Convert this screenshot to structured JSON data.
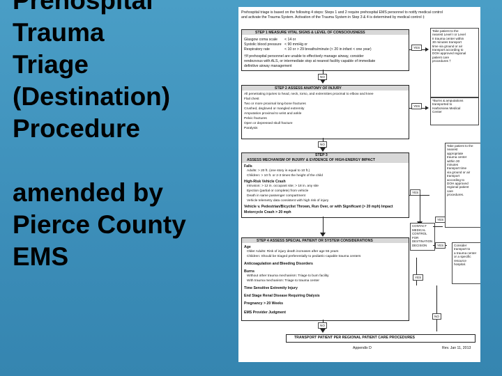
{
  "slide": {
    "title_lines": [
      "Prehospital",
      "Trauma",
      "Triage",
      "(Destination)",
      "Procedure"
    ],
    "amend_lines": [
      "amended by",
      "Pierce County",
      "EMS"
    ]
  },
  "doc": {
    "intro_1": "Prehospital triage is based on the following 4 steps: Steps 1 and 2 require prehospital EMS personnel to notify medical control",
    "intro_2": "and activate the Trauma System. Activation of the Trauma System in Step 3 & 4 is determined by medical control ‡",
    "step1": {
      "title": "STEP 1   MEASURE VITAL SIGNS & LEVEL OF CONSCIOUSNESS",
      "rows": [
        [
          "Glasgow coma scale",
          "< 14 or"
        ],
        [
          "Systolic blood pressure",
          "< 90 mmHg or"
        ],
        [
          "Respiratory rate",
          "< 10 or > 29 breaths/minute (< 20 in infant < one year)"
        ]
      ],
      "note_1": "†If prehospital personnel are unable to effectively manage airway, consider",
      "note_2": "rendezvous with ALS, or intermediate stop at nearest facility capable of immediate",
      "note_3": "definitive airway management",
      "yes": "YES",
      "no": "NO",
      "outcome": [
        "Take patient to the",
        "nearest Level I or Level",
        "II trauma center within",
        "30 minutes transport",
        "time via ground or air",
        "transport according to",
        "DOH approved regional",
        "patient care",
        "procedures †"
      ]
    },
    "step2": {
      "title": "STEP 2   ASSESS ANATOMY OF INJURY",
      "items": [
        "All penetrating injuries to head, neck, torso, and extremities proximal to elbow and knee",
        "Flail chest",
        "Two or more proximal long-bone fractures",
        "Crushed, degloved or mangled extremity",
        "Amputation proximal to wrist and ankle",
        "Pelvic fractures",
        "Open or depressed skull fracture",
        "Paralysis"
      ],
      "yes": "YES",
      "no": "NO",
      "outcome": [
        "*Burns & amputations",
        "transported to",
        "Harborview Medical",
        "Center"
      ]
    },
    "step3": {
      "title_1": "STEP 3",
      "title_2": "ASSESS MECHANISM OF INJURY & EVIDENCE OF HIGH-ENERGY IMPACT",
      "falls": "Falls",
      "falls_items": [
        "Adults: > 20 ft. (one story is equal to 10 ft.)",
        "Children: > 10 ft. or 2-3 times the height of the child"
      ],
      "crash": "High-Risk Vehicle Crash",
      "crash_items": [
        "Intrusion: > 12 in. occupant site; > 18 in. any site",
        "Ejection (partial or complete) from vehicle",
        "Death in same passenger compartment",
        "Vehicle telemetry data consistent with high risk of injury"
      ],
      "vehicle": "Vehicle v. Pedestrian/Bicyclist Thrown, Run Over, or with Significant (> 20 mph) Impact",
      "moto": "Motorcycle Crash > 20 mph",
      "yes": "YES",
      "outcome": [
        "Take patient to the",
        "nearest",
        "appropriate",
        "trauma center",
        "within 30",
        "minutes",
        "transport time",
        "via ground or air",
        "transport",
        "according to",
        "DOH approved",
        "regional patient",
        "care",
        "procedures."
      ]
    },
    "contact": [
      "CONTACT",
      "MEDICAL",
      "CONTROL",
      "FOR",
      "DESTINATION",
      "DECISION"
    ],
    "step4": {
      "title": "STEP 4   ASSESS SPECIAL PATIENT OR SYSTEM CONSIDERATIONS",
      "age": "Age",
      "age_items": [
        "Older Adults: Risk of injury death increases after age 55 years",
        "Children: Should be triaged preferentially to pediatric-capable trauma centers"
      ],
      "anticoag": "Anticoagulation and Bleeding Disorders",
      "burns": "Burns",
      "burns_items": [
        "Without other trauma mechanism: Triage to burn facility",
        "With trauma mechanism: Triage to trauma center"
      ],
      "time": "Time Sensitive Extremity Injury",
      "renal": "End Stage Renal Disease Requiring Dialysis",
      "preg": "Pregnancy > 20 Weeks",
      "judg": "EMS Provider Judgment",
      "yes": "YES",
      "no": "NO",
      "outcome": [
        "Consider",
        "transport to",
        "a trauma center",
        "or a specific",
        "resource",
        "hospital."
      ]
    },
    "final": "TRANSPORT PATIENT PER REGIONAL PATIENT CARE PROCEDURES",
    "appendix": "Appendix D",
    "rev": "Rev. Jan 11, 2013"
  }
}
